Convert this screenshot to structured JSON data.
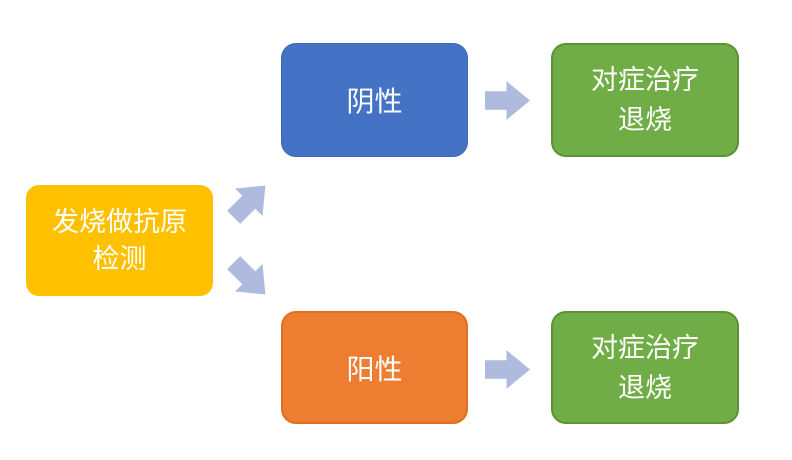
{
  "page": {
    "background_color": "#FFFFFF"
  },
  "diagram": {
    "type": "flowchart",
    "nodes": {
      "source": {
        "line1": "发烧做抗原",
        "line2": "检测",
        "fill": "#FFC000",
        "text_color": "#FFFFFF"
      },
      "negative": {
        "label": "阴性",
        "fill": "#4472C4",
        "text_color": "#FFFFFF"
      },
      "positive": {
        "label": "阳性",
        "fill": "#ED7D31",
        "text_color": "#FFFFFF"
      },
      "outcome_negative": {
        "line1": "对症治疗",
        "line2": "退烧",
        "fill": "#70AD47",
        "text_color": "#FFFFFF"
      },
      "outcome_positive": {
        "line1": "对症治疗",
        "line2": "退烧",
        "fill": "#70AD47",
        "text_color": "#FFFFFF"
      }
    },
    "arrows": {
      "color": "#AEBBDE",
      "items": [
        {
          "name": "source-to-negative",
          "direction": "up-right"
        },
        {
          "name": "source-to-positive",
          "direction": "down-right"
        },
        {
          "name": "negative-to-outcome",
          "direction": "right"
        },
        {
          "name": "positive-to-outcome",
          "direction": "right"
        }
      ]
    }
  }
}
